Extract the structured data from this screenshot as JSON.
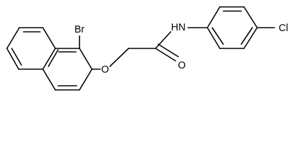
{
  "structure": {
    "atoms": {
      "bromine": "Br",
      "ether_oxygen": "O",
      "carbonyl_oxygen": "O",
      "amide_nitrogen": "HN",
      "chlorine": "Cl"
    }
  },
  "colors": {
    "background": "#ffffff",
    "ink": "#000000"
  }
}
